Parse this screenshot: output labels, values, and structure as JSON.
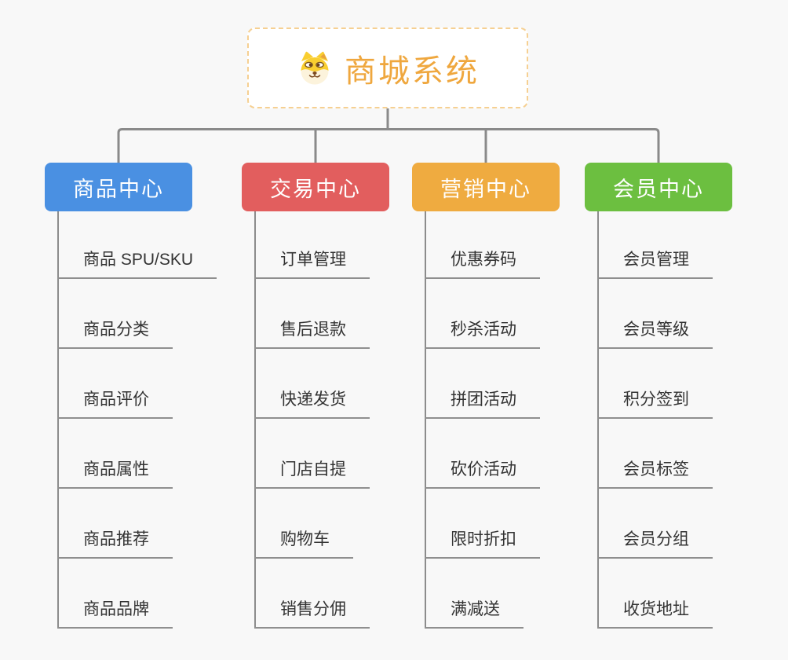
{
  "root": {
    "title": "商城系统",
    "accent_color": "#efa73e",
    "border_color": "#f6d092",
    "logo": "doge-icon"
  },
  "connector_color": "#8a8a8a",
  "branches": [
    {
      "label": "商品中心",
      "color": "#4a90e2",
      "children": [
        "商品 SPU/SKU",
        "商品分类",
        "商品评价",
        "商品属性",
        "商品推荐",
        "商品品牌"
      ]
    },
    {
      "label": "交易中心",
      "color": "#e25e5e",
      "children": [
        "订单管理",
        "售后退款",
        "快递发货",
        "门店自提",
        "购物车",
        "销售分佣"
      ]
    },
    {
      "label": "营销中心",
      "color": "#efab40",
      "children": [
        "优惠券码",
        "秒杀活动",
        "拼团活动",
        "砍价活动",
        "限时折扣",
        "满减送"
      ]
    },
    {
      "label": "会员中心",
      "color": "#6cbf40",
      "children": [
        "会员管理",
        "会员等级",
        "积分签到",
        "会员标签",
        "会员分组",
        "收货地址"
      ]
    }
  ]
}
